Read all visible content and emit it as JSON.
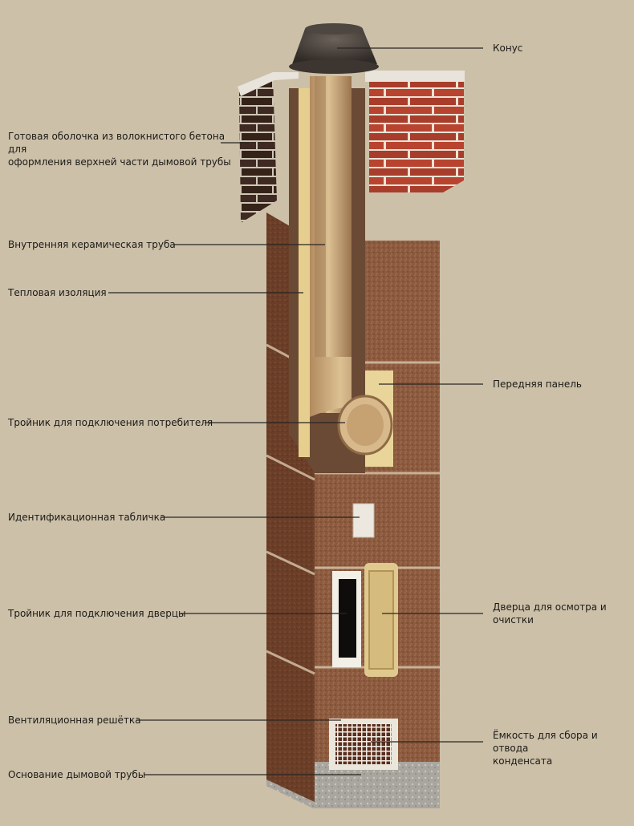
{
  "labels": {
    "cone": "Конус",
    "shell_line1": "Готовая оболочка из волокнистого бетона для",
    "shell_line2": "оформления верхней части дымовой трубы",
    "inner_pipe": "Внутренняя керамическая труба",
    "insulation": "Тепловая изоляция",
    "front_panel": "Передняя панель",
    "tee_consumer": "Тройник для подключения потребителя",
    "id_plate": "Идентификационная табличка",
    "door_line1": "Дверца для осмотра и",
    "door_line2": "очистки",
    "tee_door": "Тройник для подключения дверцы",
    "vent_grille": "Вентиляционная решётка",
    "condensate_line1": "Ёмкость для сбора и отвода",
    "condensate_line2": "конденсата",
    "base": "Основание дымовой трубы"
  },
  "colors": {
    "background": "#ccc0a9",
    "brick": "#b84430",
    "block": "#8c5a3e",
    "ceramic": "#d8b98c",
    "insulation": "#e6cf8e",
    "leader": "#2a2622"
  }
}
